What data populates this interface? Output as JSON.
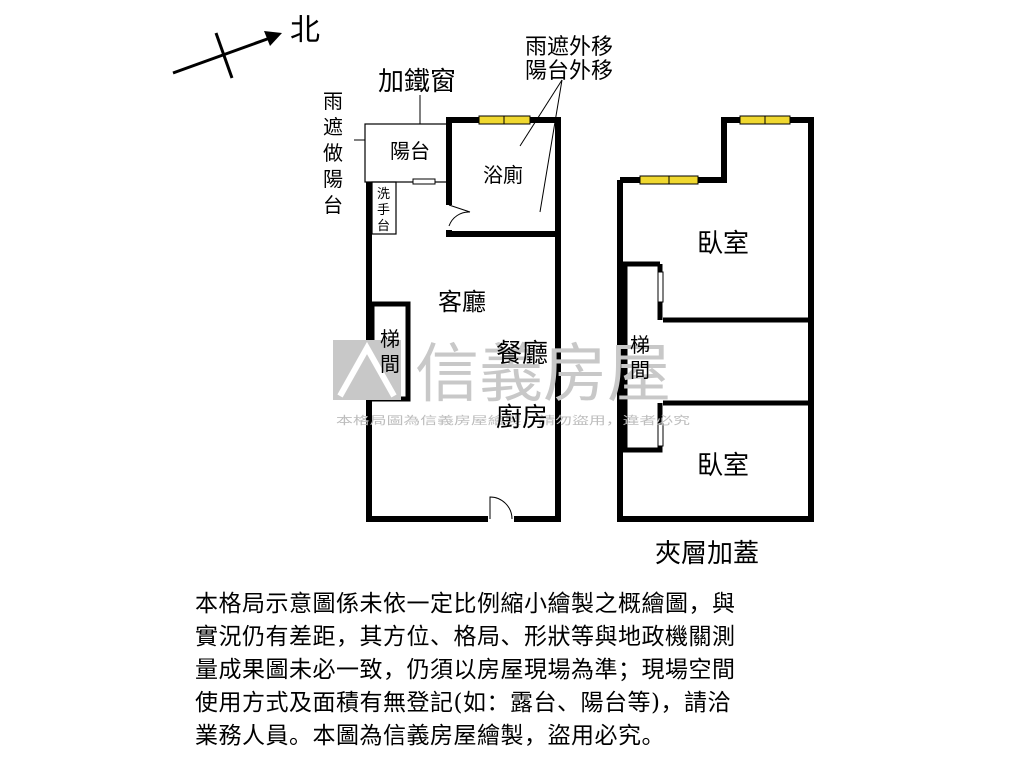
{
  "compass": {
    "north": "北"
  },
  "ground_floor": {
    "iron_window_note": "加鐵窗",
    "canopy_note_chars": [
      "雨",
      "遮",
      "做",
      "陽",
      "台"
    ],
    "move_out_notes": [
      "雨遮外移",
      "陽台外移"
    ],
    "balcony": "陽台",
    "washbasin_chars": [
      "洗",
      "手",
      "台"
    ],
    "bathroom": "浴廁",
    "living_room": "客廳",
    "stair_chars": [
      "梯",
      "間"
    ],
    "dining_room": "餐廳",
    "kitchen": "廚房"
  },
  "mezzanine": {
    "caption": "夾層加蓋",
    "bedroom_top": "臥室",
    "bedroom_bottom": "臥室",
    "stair_chars": [
      "梯",
      "間"
    ]
  },
  "watermark": {
    "brand": "信義房屋",
    "fine_print": "本格局圖為信義房屋繪製，請勿盜用，違者必究"
  },
  "disclaimer_lines": [
    "本格局示意圖係未依一定比例縮小繪製之概繪圖，與",
    "實況仍有差距，其方位、格局、形狀等與地政機關測",
    "量成果圖未必一致，仍須以房屋現場為準；現場空間",
    "使用方式及面積有無登記(如：露台、陽台等)，請洽",
    "業務人員。本圖為信義房屋繪製，盜用必究。"
  ],
  "colors": {
    "window_fill": "#f0d830",
    "watermark": "#c8c8c8",
    "wall": "#000000"
  }
}
